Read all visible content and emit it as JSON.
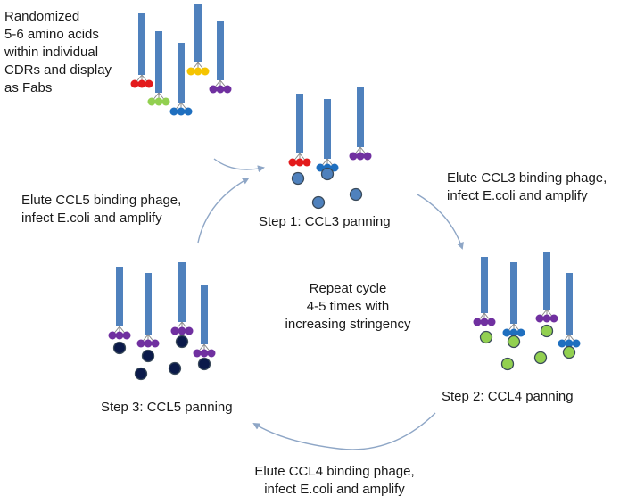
{
  "texts": {
    "intro": [
      "Randomized",
      "5-6 amino acids",
      "within individual",
      " CDRs and display",
      "as Fabs"
    ],
    "elute_ccl3": [
      "Elute CCL3 binding phage,",
      "infect E.coli and amplify"
    ],
    "elute_ccl5": [
      "Elute CCL5 binding phage,",
      "infect E.coli and amplify"
    ],
    "elute_ccl4": [
      "Elute CCL4 binding phage,",
      "infect E.coli and amplify"
    ],
    "repeat": [
      "Repeat cycle",
      "4-5 times with",
      "increasing stringency"
    ],
    "step1": "Step 1: CCL3 panning",
    "step2": "Step 2: CCL4 panning",
    "step3": "Step 3: CCL5 panning"
  },
  "colors": {
    "stalk": "#4f81bd",
    "red": "#e31a1c",
    "green": "#92d050",
    "blue": "#1f6fbf",
    "yellow": "#f5c400",
    "purple": "#7030a0",
    "ccl3_target": "#4f81bd",
    "ccl4_target": "#92d050",
    "ccl5_target": "#0b1a4a",
    "arrow": "#8ea6c6"
  }
}
